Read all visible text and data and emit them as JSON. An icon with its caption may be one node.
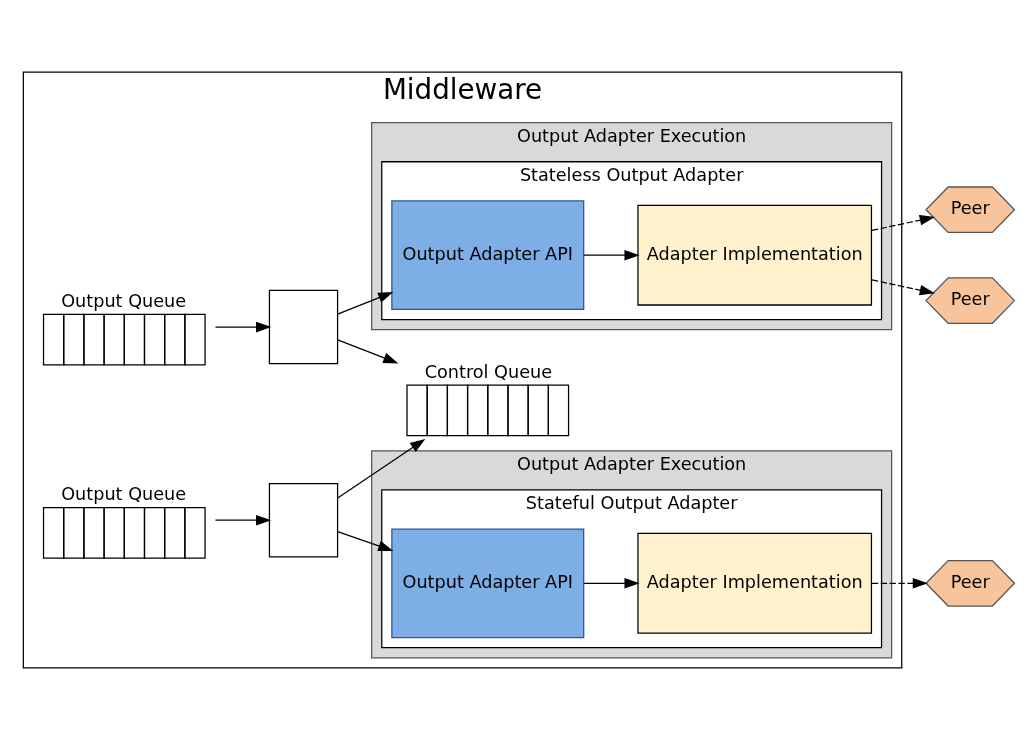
{
  "diagram": {
    "nodes": [
      {
        "text": [
          "Middleware"
        ]
      },
      {
        "text": [
          "Output Queue"
        ],
        "in": 0
      },
      {
        "text": [
          "Control Queue"
        ],
        "in": 0
      },
      {
        "text": [
          "Output Queue"
        ],
        "in": 0
      },
      {
        "text": [
          "Output Adapter Execution"
        ],
        "in": 0
      },
      {
        "text": [],
        "shape": "box",
        "in": 0
      },
      {
        "text": [
          "Stateless Output Adapter"
        ],
        "in": 4
      },
      {
        "text": [
          "Output Adapter API"
        ],
        "in": 6
      },
      {
        "text": [
          "Adapter Implementation"
        ],
        "in": 6
      },
      {
        "text": [
          "Output Adapter Execution"
        ],
        "in": 0
      },
      {
        "text": [],
        "shape": "box",
        "in": 0
      },
      {
        "text": [
          "Stateful Output Adapter"
        ],
        "in": 9
      },
      {
        "text": [
          "Output Adapter API"
        ],
        "in": 11
      },
      {
        "text": [
          "Adapter Implementation"
        ],
        "in": 11
      },
      {
        "text": [
          "Peer"
        ]
      },
      {
        "text": [
          "Peer"
        ]
      },
      {
        "text": [
          "Peer"
        ]
      }
    ],
    "edges": [
      {
        "from": 1,
        "to": 5,
        "arrow": "to"
      },
      {
        "from": 5,
        "to": 7,
        "arrow": "to"
      },
      {
        "from": 7,
        "to": 8,
        "arrow": "to"
      },
      {
        "from": 8,
        "to": 14,
        "arrow": "to",
        "style": "dashed"
      },
      {
        "from": 8,
        "to": 15,
        "arrow": "to",
        "style": "dashed"
      },
      {
        "from": 5,
        "to": 2,
        "arrow": "to"
      },
      {
        "from": 10,
        "to": 2,
        "arrow": "to"
      },
      {
        "from": 3,
        "to": 10,
        "arrow": "to"
      },
      {
        "from": 10,
        "to": 12,
        "arrow": "to"
      },
      {
        "from": 12,
        "to": 13,
        "arrow": "to"
      },
      {
        "from": 13,
        "to": 16,
        "arrow": "to",
        "style": "dashed"
      }
    ]
  }
}
